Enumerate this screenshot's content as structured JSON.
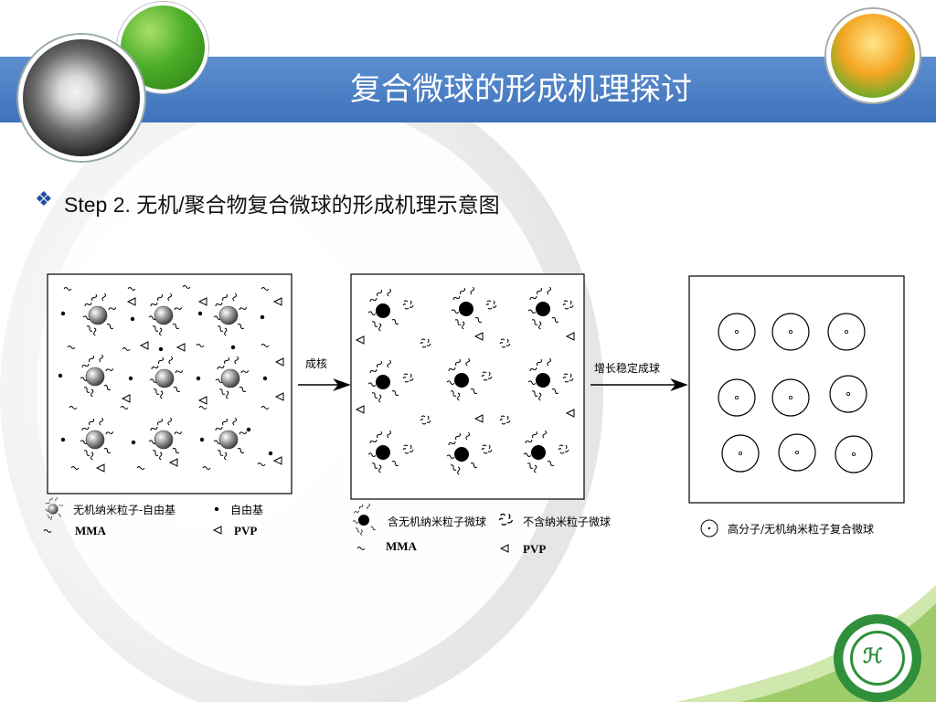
{
  "header": {
    "title": "复合微球的形成机理探讨"
  },
  "content": {
    "bullet_icon": "diamond-bullet-icon",
    "step_text": "Step 2. 无机/聚合物复合微球的形成机理示意图"
  },
  "diagram": {
    "arrow1_label": "成核",
    "arrow2_label": "增长稳定成球",
    "legend1": {
      "item1": "无机纳米粒子-自由基",
      "item2": "自由基",
      "item3": "MMA",
      "item4": "PVP"
    },
    "legend2": {
      "item1": "含无机纳米粒子微球",
      "item2": "不含纳米粒子微球",
      "item3": "MMA",
      "item4": "PVP"
    },
    "legend3": {
      "item1": "高分子/无机纳米粒子复合微球"
    }
  },
  "colors": {
    "header_blue": "#3e72bb",
    "bullet_blue": "#1f4e9e",
    "logo_green": "#2f8f3a"
  }
}
